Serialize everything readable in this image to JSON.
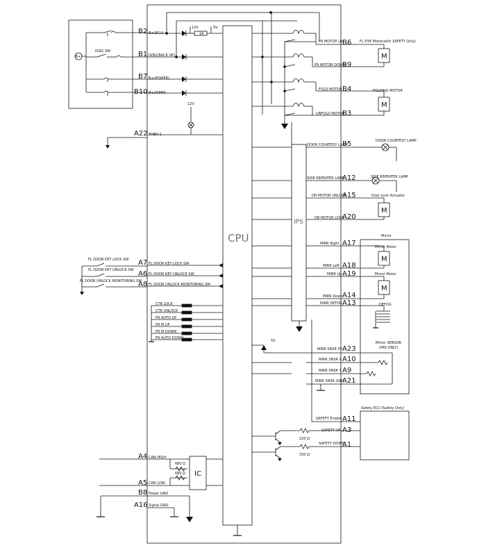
{
  "diagram": {
    "cpu_label": "CPU",
    "ips_label": "IPS",
    "ic_label": "IC",
    "left_pins": [
      {
        "pin": "B2",
        "label": "B+(ECU)"
      },
      {
        "pin": "B1",
        "label": "IGN2(BACK UP)"
      },
      {
        "pin": "B7",
        "label": "B+(POWER)"
      },
      {
        "pin": "B10",
        "label": "B+(HIMM)"
      },
      {
        "pin": "A22",
        "label": "THEH-1"
      },
      {
        "pin": "A7",
        "label": "FL DOOR KEY LOCK SW"
      },
      {
        "pin": "A6",
        "label": "FL DOOR KEY UNLOCK SW"
      },
      {
        "pin": "A8",
        "label": "FL DOOR UNLOCK MONITORING SW"
      },
      {
        "pin": "A4",
        "label": "CAN HIGH"
      },
      {
        "pin": "A5",
        "label": "CAN LOW"
      },
      {
        "pin": "B8",
        "label": "Power GND"
      },
      {
        "pin": "A16",
        "label": "Signal GND"
      }
    ],
    "right_pins": [
      {
        "pin": "B6",
        "label": "FR MOTOR Up"
      },
      {
        "pin": "B9",
        "label": "FR MOTOR DOWN"
      },
      {
        "pin": "B4",
        "label": "FOLD MOTOR"
      },
      {
        "pin": "B3",
        "label": "UNFOLD MOTOR"
      },
      {
        "pin": "B5",
        "label": "DOOR COURTESY LAMP"
      },
      {
        "pin": "A12",
        "label": "SIDE REPEATER LAMP"
      },
      {
        "pin": "A15",
        "label": "DR MOTOR UNLOCK"
      },
      {
        "pin": "A20",
        "label": "DR MOTOR LOCK"
      },
      {
        "pin": "A17",
        "label": "MIRR Right"
      },
      {
        "pin": "A18",
        "label": "MIRR Left"
      },
      {
        "pin": "A19",
        "label": "MIRR Up"
      },
      {
        "pin": "A14",
        "label": "MIRR Down"
      },
      {
        "pin": "A13",
        "label": "MIRR DEFOG"
      },
      {
        "pin": "A23",
        "label": "MIRR SNSR 5V"
      },
      {
        "pin": "A10",
        "label": "MIRR SNSR X"
      },
      {
        "pin": "A9",
        "label": "MIRR SNSR Y"
      },
      {
        "pin": "A21",
        "label": "MIRR SNSR GND"
      },
      {
        "pin": "A11",
        "label": "SAFETY Enable"
      },
      {
        "pin": "A3",
        "label": "SAFETY UP"
      },
      {
        "pin": "A1",
        "label": "SAFETY DOWN"
      }
    ],
    "switch_inputs": [
      "CTR LOCK",
      "CTR UNLOCK",
      "FR AUTO UP",
      "FR M UP",
      "FR M DOWN",
      "FR AUTO DOWN"
    ],
    "external": {
      "ign2_sw": "IGN2 SW",
      "b_plus": "B+",
      "fl_key_lock_sw": "FL DOOR KEY LOCK SW",
      "fl_key_unlock_sw": "FL DOOR KEY UNLOCK SW",
      "fl_unlock_monitor_sw": "FL DOOR UNLOCK MONITORING SW",
      "v12": "12V",
      "v12b": "12V",
      "v5": "5V",
      "v5b": "5V",
      "fl_pw_motor": "FL P/W Motor(with SAFETY Only)",
      "folding_motor": "FOLDING MOTOR",
      "door_courtesy_lamp": "DOOR COURTESY LAMP",
      "side_repeater_lamp": "SIDE REPEATER LAMP",
      "door_lock_actuator": "Door Lock Actuator",
      "mirror": "Mirror",
      "mirror_motor_1": "Mirror Motor",
      "mirror_motor_2": "Mirror Motor",
      "defog": "DEFOG",
      "mirror_sensor": "Mirror SENSOR",
      "mirror_sensor_note": "(IMS ONLY)",
      "safety_ecu": "Safety ECU (Safety Only)",
      "r_220a": "220 Ω",
      "r_330": "330 Ω",
      "r_680a": "680 Ω",
      "r_680b": "680 Ω",
      "fuse_1a": "1A",
      "motor_symbol": "M"
    }
  }
}
